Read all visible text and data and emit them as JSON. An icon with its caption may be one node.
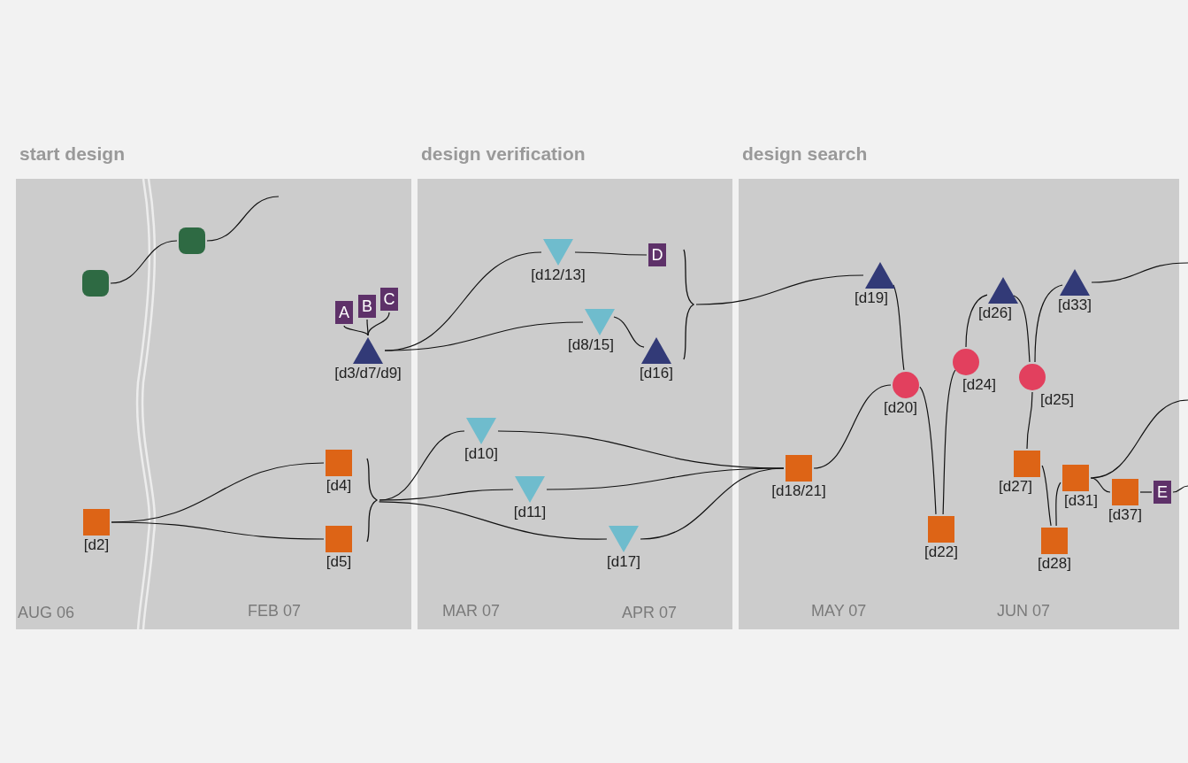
{
  "diagram": {
    "nodes": [
      {
        "text": [
          "start design"
        ]
      },
      {
        "text": [],
        "shape": "box",
        "in": 0
      },
      {
        "text": [],
        "shape": "box",
        "in": 0
      },
      {
        "text": [
          "A"
        ],
        "in": 0
      },
      {
        "text": [
          "B"
        ],
        "in": 0
      },
      {
        "text": [
          "C"
        ],
        "in": 0
      },
      {
        "text": [],
        "shape": "triangle",
        "beside": [
          "[d3/d7/d9]"
        ],
        "in": 0
      },
      {
        "text": [],
        "shape": "square",
        "beside": [
          "[d4]"
        ],
        "in": 0
      },
      {
        "text": [],
        "shape": "square",
        "beside": [
          "[d2]"
        ],
        "in": 0
      },
      {
        "text": [],
        "shape": "square",
        "beside": [
          "[d5]"
        ],
        "in": 0
      },
      {
        "text": [],
        "shape": "brace",
        "in": 0
      },
      {
        "text": [
          "design verification"
        ]
      },
      {
        "text": [],
        "shape": "triangle-down",
        "beside": [
          "[d12/13]"
        ],
        "in": 11
      },
      {
        "text": [
          "D"
        ],
        "in": 11
      },
      {
        "text": [],
        "shape": "triangle-down",
        "beside": [
          "[d8/15]"
        ],
        "in": 11
      },
      {
        "text": [],
        "shape": "triangle",
        "beside": [
          "[d16]"
        ],
        "in": 11
      },
      {
        "text": [],
        "shape": "brace",
        "in": 11
      },
      {
        "text": [],
        "shape": "triangle-down",
        "beside": [
          "[d10]"
        ],
        "in": 11
      },
      {
        "text": [],
        "shape": "triangle-down",
        "beside": [
          "[d11]"
        ],
        "in": 11
      },
      {
        "text": [],
        "shape": "triangle-down",
        "beside": [
          "[d17]"
        ],
        "in": 11
      },
      {
        "text": [
          "design search"
        ]
      },
      {
        "text": [],
        "shape": "triangle",
        "beside": [
          "[d19]"
        ],
        "in": 20
      },
      {
        "text": [],
        "shape": "triangle",
        "beside": [
          "[d26]"
        ],
        "in": 20
      },
      {
        "text": [],
        "shape": "triangle",
        "beside": [
          "[d33]"
        ],
        "in": 20
      },
      {
        "text": [],
        "shape": "circle",
        "beside": [
          "[d24]"
        ],
        "in": 20
      },
      {
        "text": [],
        "shape": "circle",
        "beside": [
          "[d20]"
        ],
        "in": 20
      },
      {
        "text": [],
        "shape": "circle",
        "beside": [
          "[d25]"
        ],
        "in": 20
      },
      {
        "text": [],
        "shape": "square",
        "beside": [
          "[d18/21]"
        ],
        "in": 20
      },
      {
        "text": [],
        "shape": "square",
        "beside": [
          "[d27]"
        ],
        "in": 20
      },
      {
        "text": [],
        "shape": "square",
        "beside": [
          "[d31]"
        ],
        "in": 20
      },
      {
        "text": [],
        "shape": "square",
        "beside": [
          "[d37]"
        ],
        "in": 20
      },
      {
        "text": [
          "E"
        ],
        "in": 20
      },
      {
        "text": [],
        "shape": "square",
        "beside": [
          "[d22]"
        ],
        "in": 20
      },
      {
        "text": [],
        "shape": "square",
        "beside": [
          "[d28]"
        ],
        "in": 20
      }
    ],
    "edges": [
      {
        "from": 1,
        "to": 2,
        "arrow": "none"
      },
      {
        "from": 2,
        "to": null,
        "arrow": "none"
      },
      {
        "from": 8,
        "to": 7,
        "arrow": "none"
      },
      {
        "from": 8,
        "to": 9,
        "arrow": "none"
      },
      {
        "from": 3,
        "to": 6,
        "arrow": "none"
      },
      {
        "from": 4,
        "to": 6,
        "arrow": "none"
      },
      {
        "from": 5,
        "to": 6,
        "arrow": "none"
      },
      {
        "from": 6,
        "to": 12,
        "arrow": "none"
      },
      {
        "from": 6,
        "to": 14,
        "arrow": "none"
      },
      {
        "from": 12,
        "to": 13,
        "arrow": "none"
      },
      {
        "from": 14,
        "to": 15,
        "arrow": "none"
      },
      {
        "from": 16,
        "to": 21,
        "arrow": "none"
      },
      {
        "from": 10,
        "to": 17,
        "arrow": "none"
      },
      {
        "from": 10,
        "to": 18,
        "arrow": "none"
      },
      {
        "from": 10,
        "to": 19,
        "arrow": "none"
      },
      {
        "from": 17,
        "to": 27,
        "arrow": "none"
      },
      {
        "from": 18,
        "to": 27,
        "arrow": "none"
      },
      {
        "from": 19,
        "to": 27,
        "arrow": "none"
      },
      {
        "from": 27,
        "to": 25,
        "arrow": "none"
      },
      {
        "from": 21,
        "to": 25,
        "arrow": "none"
      },
      {
        "from": 25,
        "to": 32,
        "arrow": "none"
      },
      {
        "from": 24,
        "to": 32,
        "arrow": "none"
      },
      {
        "from": 24,
        "to": 22,
        "arrow": "none"
      },
      {
        "from": 22,
        "to": 26,
        "arrow": "none"
      },
      {
        "from": 23,
        "to": 26,
        "arrow": "none"
      },
      {
        "from": 23,
        "to": null,
        "arrow": "none"
      },
      {
        "from": 26,
        "to": 28,
        "arrow": "none"
      },
      {
        "from": 28,
        "to": 33,
        "arrow": "none"
      },
      {
        "from": 29,
        "to": 33,
        "arrow": "none"
      },
      {
        "from": 29,
        "to": 30,
        "arrow": "none"
      },
      {
        "from": 29,
        "to": null,
        "arrow": "none"
      },
      {
        "from": 30,
        "to": 31,
        "arrow": "none"
      },
      {
        "from": 31,
        "to": null,
        "arrow": "none"
      }
    ],
    "labels": [
      "AUG 06",
      "FEB 07",
      "MAR 07",
      "APR 07",
      "MAY 07",
      "JUN 07"
    ]
  }
}
